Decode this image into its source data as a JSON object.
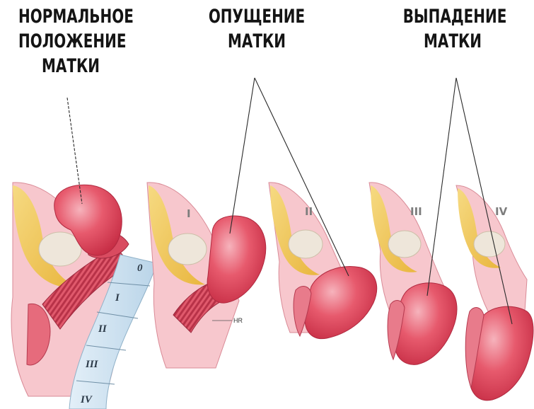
{
  "headings": {
    "normal": [
      "НОРМАЛЬНОЕ",
      "ПОЛОЖЕНИЕ",
      "МАТКИ"
    ],
    "descent": [
      "ОПУЩЕНИЕ",
      "МАТКИ"
    ],
    "prolapse": [
      "ВЫПАДЕНИЕ",
      "МАТКИ"
    ]
  },
  "stage_labels": [
    "I",
    "II",
    "III",
    "IV"
  ],
  "scale_labels": [
    "0",
    "I",
    "II",
    "III",
    "IV"
  ],
  "annotation": "HR",
  "colors": {
    "uterus": "#e4445a",
    "uterus_light": "#f29aa6",
    "tissue": "#f7c1c8",
    "fat": "#f2cc5c",
    "bladder": "#eee7dc",
    "scale": "#cde3f1",
    "text": "#141414"
  }
}
